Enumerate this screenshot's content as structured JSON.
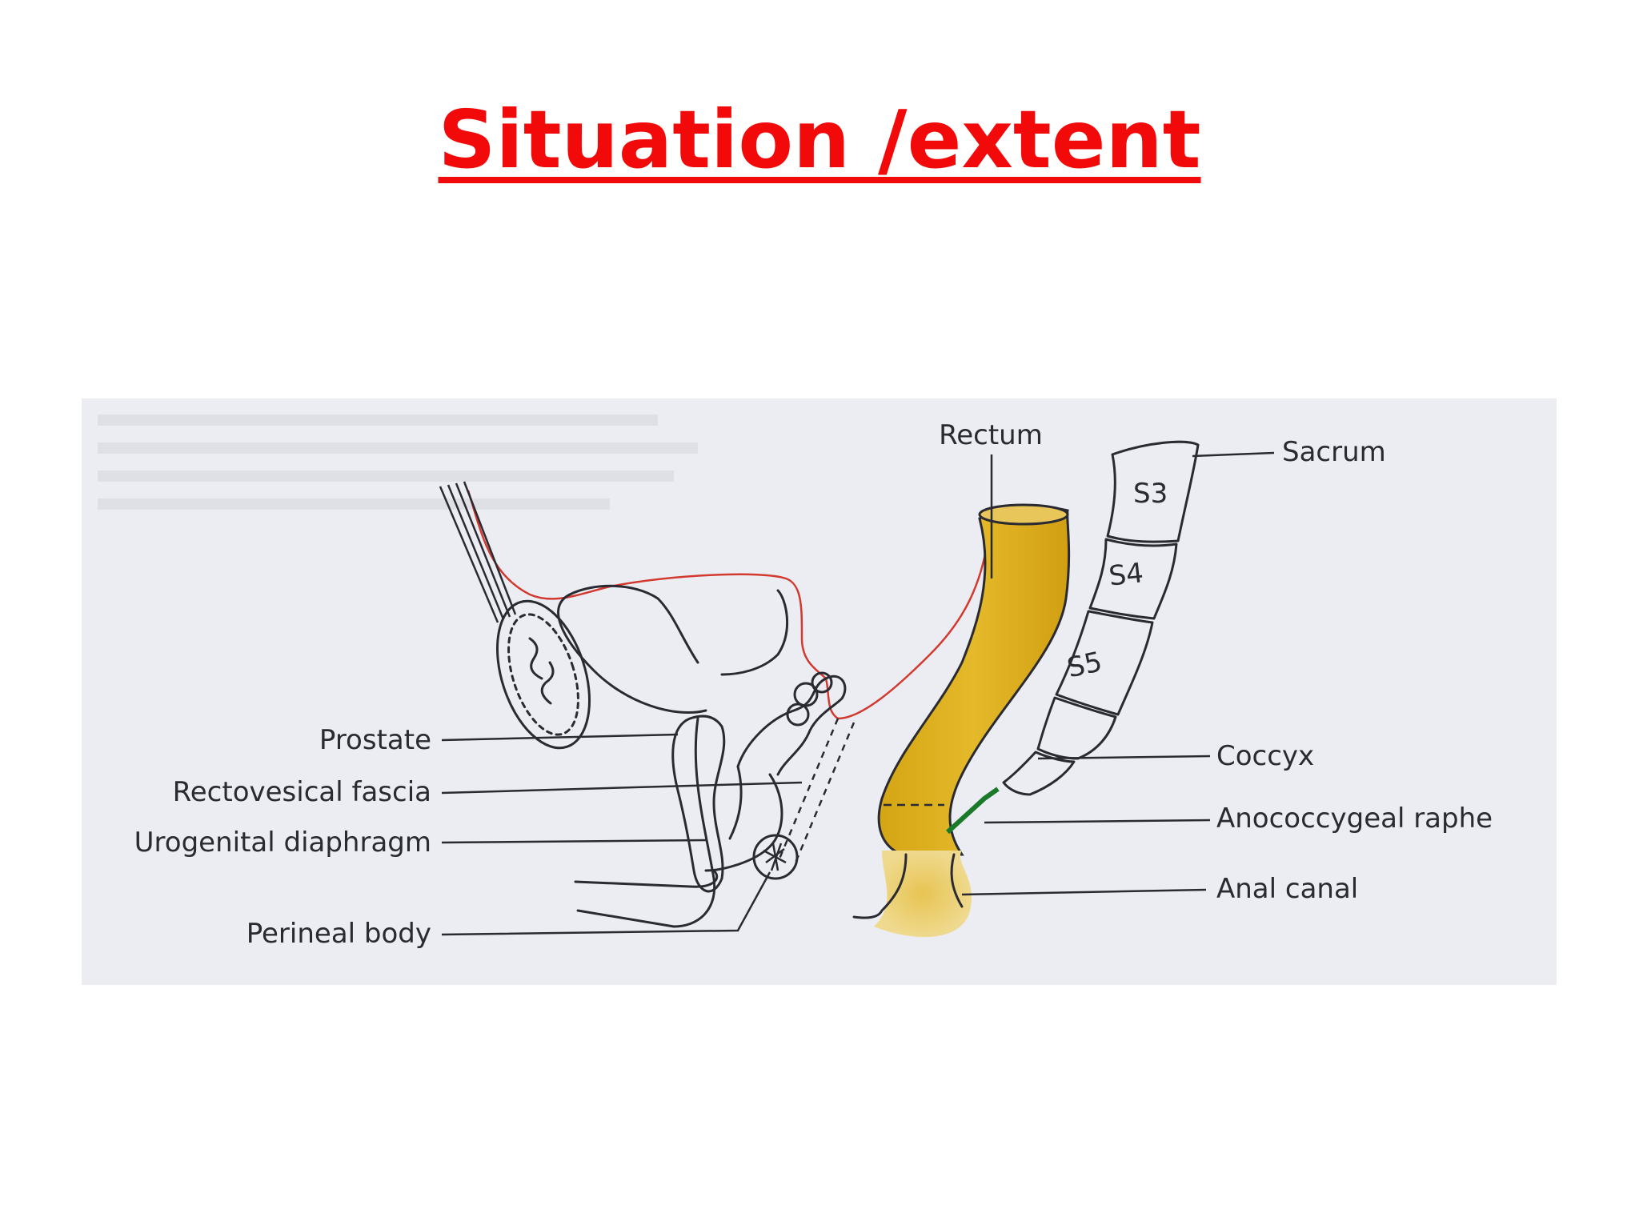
{
  "slide": {
    "title": "Situation /extent"
  },
  "diagram": {
    "labels_left": {
      "prostate": "Prostate",
      "rectovesical_fascia": "Rectovesical fascia",
      "urogenital_diaphragm": "Urogenital diaphragm",
      "perineal_body": "Perineal body"
    },
    "labels_right": {
      "rectum": "Rectum",
      "sacrum": "Sacrum",
      "coccyx": "Coccyx",
      "anococcygeal_raphe": "Anococcygeal raphe",
      "anal_canal": "Anal canal"
    },
    "vertebrae": {
      "s3": "S3",
      "s4": "S4",
      "s5": "S5"
    },
    "colors": {
      "title": "#f20a0a",
      "rectum_fill": "#d9ac1a",
      "peritoneum_line": "#d23a30",
      "anococcygeal_raphe": "#1a7a2a",
      "figure_background": "#ecedf2"
    }
  }
}
